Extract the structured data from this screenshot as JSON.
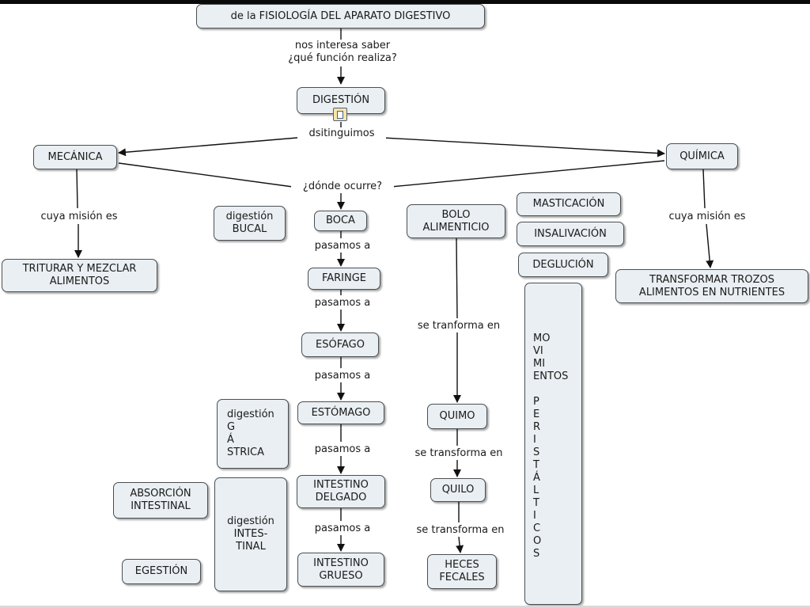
{
  "nodes": {
    "fisiologia": "de la FISIOLOGÍA DEL APARATO DIGESTIVO",
    "digestion": "DIGESTIÓN",
    "mecanica": "MECÁNICA",
    "quimica": "QUÍMICA",
    "triturar": "TRITURAR Y MEZCLAR\nALIMENTOS",
    "transformar": "TRANSFORMAR TROZOS\nALIMENTOS EN NUTRIENTES",
    "digestion_bucal": "digestión\nBUCAL",
    "boca": "BOCA",
    "faringe": "FARINGE",
    "esofago": "ESÓFAGO",
    "estomago": "ESTÓMAGO",
    "intestino_delgado": "INTESTINO\nDELGADO",
    "intestino_grueso": "INTESTINO\nGRUESO",
    "digestion_gastrica": "digestión\nG\nÁ\nSTRICA",
    "digestion_intestinal": "digestión\nINTES-\nTINAL",
    "absorcion": "ABSORCIÓN\nINTESTINAL",
    "egestion": "EGESTIÓN",
    "bolo": "BOLO\nALIMENTICIO",
    "quimo": "QUIMO",
    "quilo": "QUILO",
    "heces": "HECES\nFECALES",
    "masticacion": "MASTICACIÓN",
    "insalivacion": "INSALIVACIÓN",
    "deglucion": "DEGLUCIÓN",
    "movimientos": "MO\nVI\nMI\nENTOS\n\nP\nE\nR\nI\nS\nT\nÁ\nL\nT\nI\nC\nO\nS"
  },
  "links": {
    "nos_interesa": "nos interesa saber\n¿qué función realiza?",
    "distinguimos": "dsitinguimos",
    "donde_ocurre": "¿dónde ocurre?",
    "mision_mecanica": "cuya misión es",
    "mision_quimica": "cuya misión es",
    "pasamos_1": "pasamos a",
    "pasamos_2": "pasamos a",
    "pasamos_3": "pasamos a",
    "pasamos_4": "pasamos a",
    "pasamos_5": "pasamos a",
    "transforma_1": "se tranforma en",
    "transforma_2": "se transforma en",
    "transforma_3": "se transforma en"
  },
  "icons": {
    "resource": "document-resource-icon"
  },
  "colors": {
    "node_fill": "#e9eff2",
    "node_border": "#4a4f52",
    "line": "#111111"
  }
}
